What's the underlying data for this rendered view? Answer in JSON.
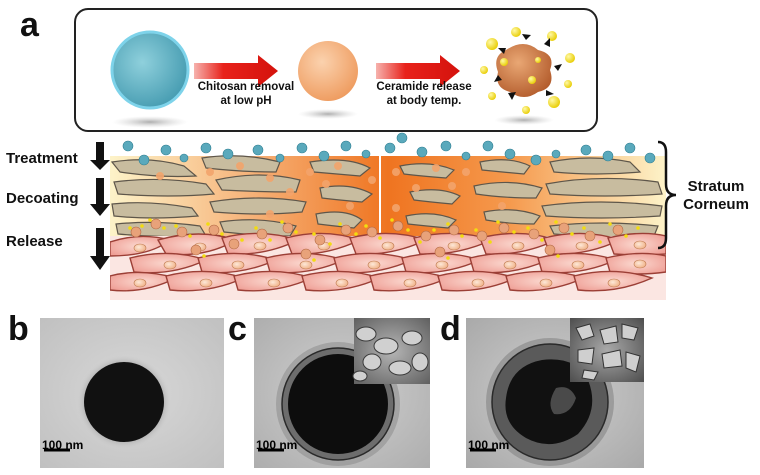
{
  "panels": {
    "a": "a",
    "b": "b",
    "c": "c",
    "d": "d"
  },
  "top_scheme": {
    "step1": {
      "line1": "Chitosan removal",
      "line2": "at low pH"
    },
    "step2": {
      "line1": "Ceramide release",
      "line2": "at body temp."
    }
  },
  "skin_steps": [
    "Treatment",
    "Decoating",
    "Release"
  ],
  "stratum": {
    "line1": "Stratum",
    "line2": "Corneum"
  },
  "scale_bar_label": "100 nm",
  "colors": {
    "coated_particle": "#5ab0c4",
    "decoated_particle": "#f0a56f",
    "ceramide": "#f5e11a",
    "arrow_red": "#e8221b",
    "corneocyte": "#c9bfa3",
    "lipid_orange": "#f07a1e",
    "cell_pink": "#f4b8b0"
  }
}
